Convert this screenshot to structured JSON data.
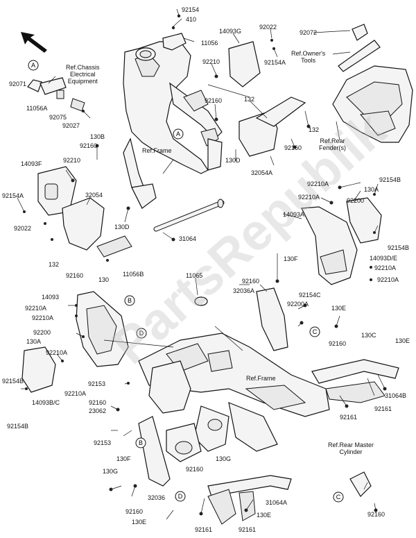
{
  "watermark": "PartsRepublik",
  "callout_letters": [
    "A",
    "B",
    "C",
    "D"
  ],
  "labels": {
    "p92154_top": "92154",
    "p410": "410",
    "p11056": "11056",
    "p14093G": "14093G",
    "p92022_top": "92022",
    "p92072": "92072",
    "p92154A_top": "92154A",
    "ref_owners_tools": "Ref.Owner's\nTools",
    "p92210_top": "92210",
    "p132_top": "132",
    "p132_right": "132",
    "p92160_top": "92160",
    "ref_chassis": "Ref.Chassis\nElectrical\nEquipment",
    "p92071": "92071",
    "p11056A": "11056A",
    "p92075": "92075",
    "p92027": "92027",
    "p130B": "130B",
    "p92160_left": "92160",
    "ref_frame_top": "Ref.Frame",
    "p130D_mid": "130D",
    "p92160_mid": "92160",
    "p32054A": "32054A",
    "ref_rear_fender": "Ref.Rear\nFender(s)",
    "p14093F": "14093F",
    "p92210_left": "92210",
    "p92154A_left": "92154A",
    "p92022_left": "92022",
    "p32054": "32054",
    "p130D_left": "130D",
    "p132_left": "132",
    "p92160_lower": "92160",
    "p130_left": "130",
    "p11056B": "11056B",
    "p31064": "31064",
    "p92210A_a": "92210A",
    "p92210A_b": "92210A",
    "p130A_r": "130A",
    "p92154B_r": "92154B",
    "p92200_r": "92200",
    "p14093A": "14093A",
    "p92154B_r2": "92154B",
    "p14093DE": "14093D/E",
    "p92210A_c": "92210A",
    "p92210A_d": "92210A",
    "p130F": "130F",
    "p11065": "11065",
    "p92160_c": "92160",
    "p32036A": "32036A",
    "p92154C": "92154C",
    "p92200A": "92200A",
    "p130E_r": "130E",
    "p14093": "14093",
    "p92210A_e": "92210A",
    "p92210A_f": "92210A",
    "p92200_l": "92200",
    "p130A_l": "130A",
    "p92210A_g": "92210A",
    "p92154B_l": "92154B",
    "p92210A_h": "92210A",
    "p14093BC": "14093B/C",
    "p92154B_l2": "92154B",
    "p92153_a": "92153",
    "p92160_b": "92160",
    "p23062": "23062",
    "ref_frame_low": "Ref.Frame",
    "p92160_r2": "92160",
    "p130C": "130C",
    "p130E_far": "130E",
    "p31064B": "31064B",
    "p92161_a": "92161",
    "p92161_b": "92161",
    "p92153_b": "92153",
    "p130F_b": "130F",
    "p130G": "130G",
    "p92160_bot": "92160",
    "p32036": "32036",
    "p130E_bot": "130E",
    "p92160_mid2": "92160",
    "p130G_2": "130G",
    "p31064A": "31064A",
    "p130E_low": "130E",
    "p92161_bot1": "92161",
    "p92161_bot2": "92161",
    "ref_rear_master": "Ref.Rear Master\nCylinder",
    "p92160_br": "92160"
  }
}
